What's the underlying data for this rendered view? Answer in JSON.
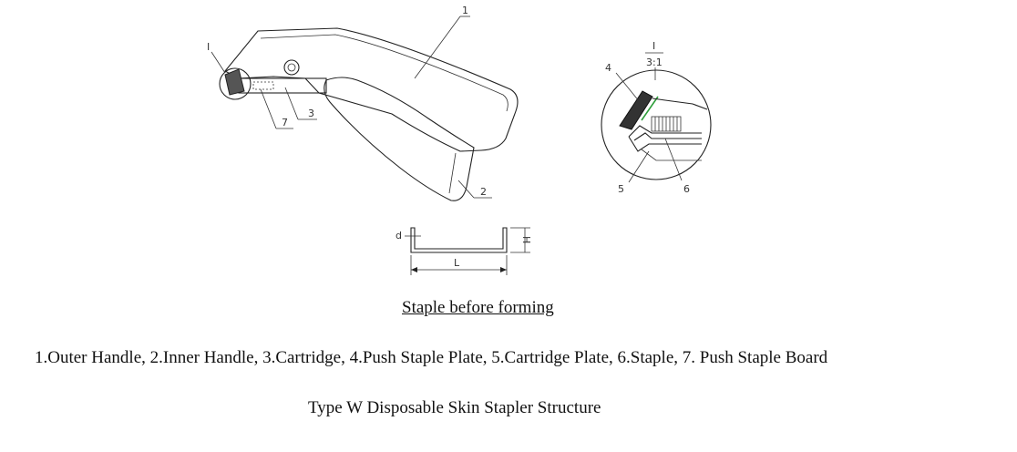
{
  "labels": {
    "outer_handle": "1",
    "inner_handle": "2",
    "cartridge": "3",
    "push_staple_plate": "4",
    "cartridge_plate": "5",
    "staple": "6",
    "push_staple_board": "7",
    "detail_marker": "I",
    "detail_id": "I",
    "detail_scale": "3:1",
    "dim_d": "d",
    "dim_H": "H",
    "dim_L": "L"
  },
  "captions": {
    "staple_before_forming": "Staple before forming",
    "parts_legend": "1.Outer Handle, 2.Inner Handle, 3.Cartridge, 4.Push Staple Plate, 5.Cartridge Plate, 6.Staple, 7. Push Staple Board",
    "figure_title": "Type W Disposable Skin Stapler Structure"
  },
  "colors": {
    "line": "#222222",
    "accent_green": "#2e9e3a"
  }
}
